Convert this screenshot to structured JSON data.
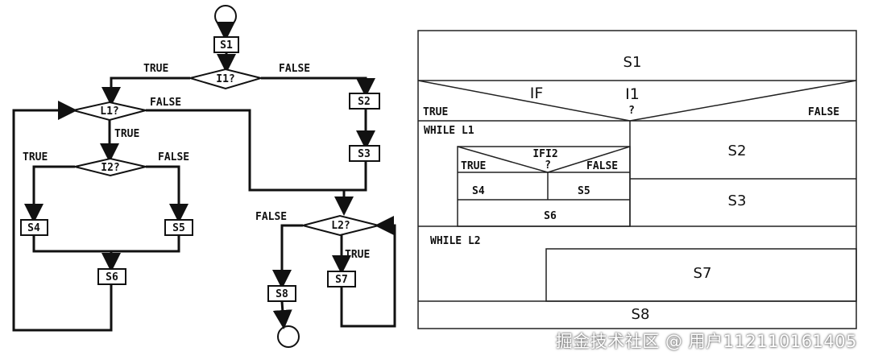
{
  "flowchart": {
    "nodes": {
      "s1": "S1",
      "i1": "I1?",
      "s2": "S2",
      "s3": "S3",
      "l1": "L1?",
      "i2": "I2?",
      "s4": "S4",
      "s5": "S5",
      "s6": "S6",
      "l2": "L2?",
      "s7": "S7",
      "s8": "S8"
    },
    "edge_labels": {
      "i1_true": "TRUE",
      "i1_false": "FALSE",
      "l1_false": "FALSE",
      "l1_true": "TRUE",
      "i2_true": "TRUE",
      "i2_false": "FALSE",
      "l2_false": "FALSE",
      "l2_true": "TRUE"
    }
  },
  "nsd": {
    "s1": "S1",
    "if_label": "IF",
    "cond": "I1",
    "cond_q": "?",
    "true": "TRUE",
    "false": "FALSE",
    "while_l1": "WHILE L1",
    "inner_if": "IFI2",
    "inner_q": "?",
    "inner_true": "TRUE",
    "inner_false": "FALSE",
    "s4": "S4",
    "s5": "S5",
    "s6": "S6",
    "s2": "S2",
    "s3": "S3",
    "while_l2": "WHILE L2",
    "s7": "S7",
    "s8": "S8"
  },
  "watermark": "掘金技术社区 @ 用户112110161405"
}
